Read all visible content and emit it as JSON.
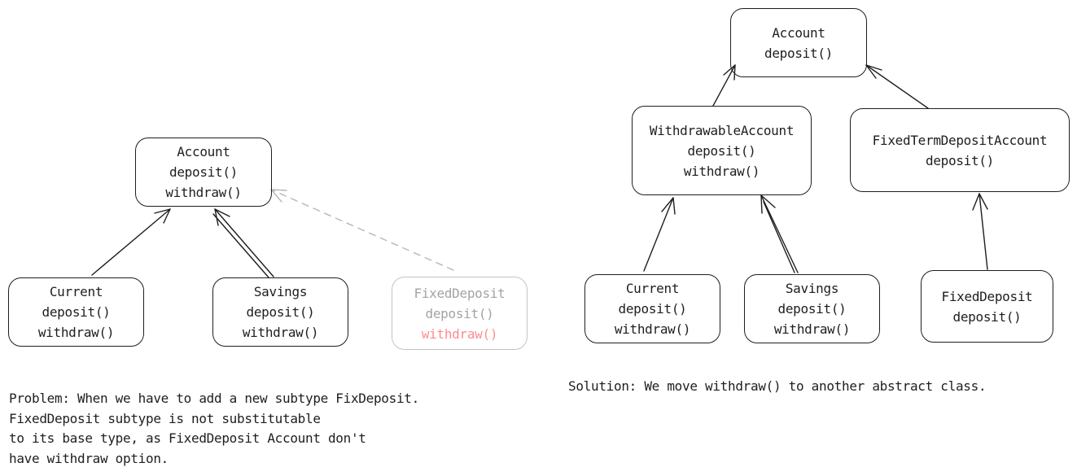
{
  "problem": {
    "account": {
      "name": "Account",
      "methods": [
        "deposit()",
        "withdraw()"
      ]
    },
    "current": {
      "name": "Current",
      "methods": [
        "deposit()",
        "withdraw()"
      ]
    },
    "savings": {
      "name": "Savings",
      "methods": [
        "deposit()",
        "withdraw()"
      ]
    },
    "fixed_deposit": {
      "name": "FixedDeposit",
      "methods": [
        "deposit()",
        "withdraw()"
      ]
    },
    "note": "Problem: When we have to add a new subtype FixDeposit.\nFixedDeposit subtype is not substitutable\nto its base type, as FixedDeposit Account don't\nhave withdraw option."
  },
  "solution": {
    "account": {
      "name": "Account",
      "methods": [
        "deposit()"
      ]
    },
    "withdrawable": {
      "name": "WithdrawableAccount",
      "methods": [
        "deposit()",
        "withdraw()"
      ]
    },
    "fixed_term": {
      "name": "FixedTermDepositAccount",
      "methods": [
        "deposit()"
      ]
    },
    "current": {
      "name": "Current",
      "methods": [
        "deposit()",
        "withdraw()"
      ]
    },
    "savings": {
      "name": "Savings",
      "methods": [
        "deposit()",
        "withdraw()"
      ]
    },
    "fixed_deposit": {
      "name": "FixedDeposit",
      "methods": [
        "deposit()"
      ]
    },
    "note": "Solution: We move withdraw() to another abstract class."
  },
  "colors": {
    "ink": "#1e1e1e",
    "faded_border": "#c4c4c4",
    "faded_text": "#a3a3a3",
    "invalid_method": "#ff8c8c"
  }
}
